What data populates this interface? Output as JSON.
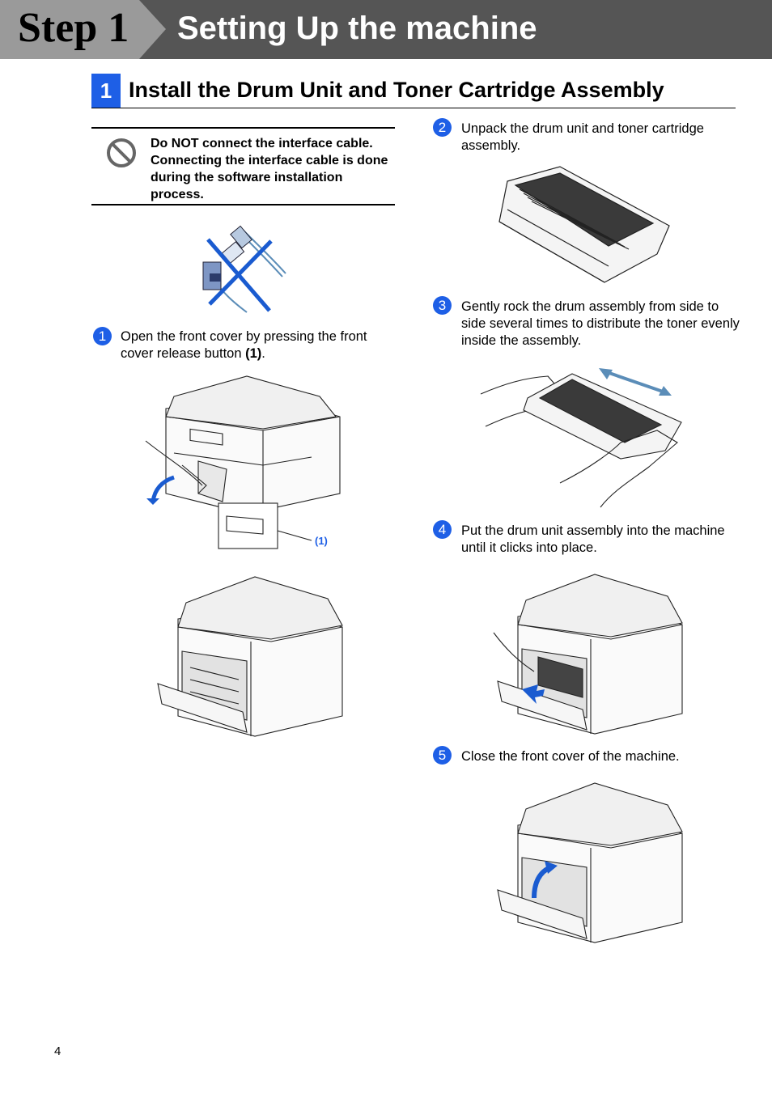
{
  "header": {
    "step_label": "Step 1",
    "title": "Setting Up the machine"
  },
  "section": {
    "number": "1",
    "title": "Install the Drum Unit and Toner Cartridge Assembly"
  },
  "note": {
    "icon": "prohibited-icon",
    "text": "Do NOT connect the interface cable. Connecting the interface cable is done during the software installation process."
  },
  "steps": [
    {
      "number": "1",
      "text": "Open the front cover by pressing the front cover release button ",
      "bold_suffix": "(1)",
      "suffix": "."
    },
    {
      "number": "2",
      "text": "Unpack the drum unit and toner cartridge assembly."
    },
    {
      "number": "3",
      "text": "Gently rock the drum assembly from side to side several times to distribute the toner evenly inside the assembly."
    },
    {
      "number": "4",
      "text": "Put the drum unit assembly into the machine until it clicks into place."
    },
    {
      "number": "5",
      "text": "Close the front cover of the machine."
    }
  ],
  "callout_label": "(1)",
  "page_number": "4",
  "colors": {
    "accent": "#1e5fe6",
    "header_dark": "#555555",
    "header_light": "#9a9a9a"
  }
}
